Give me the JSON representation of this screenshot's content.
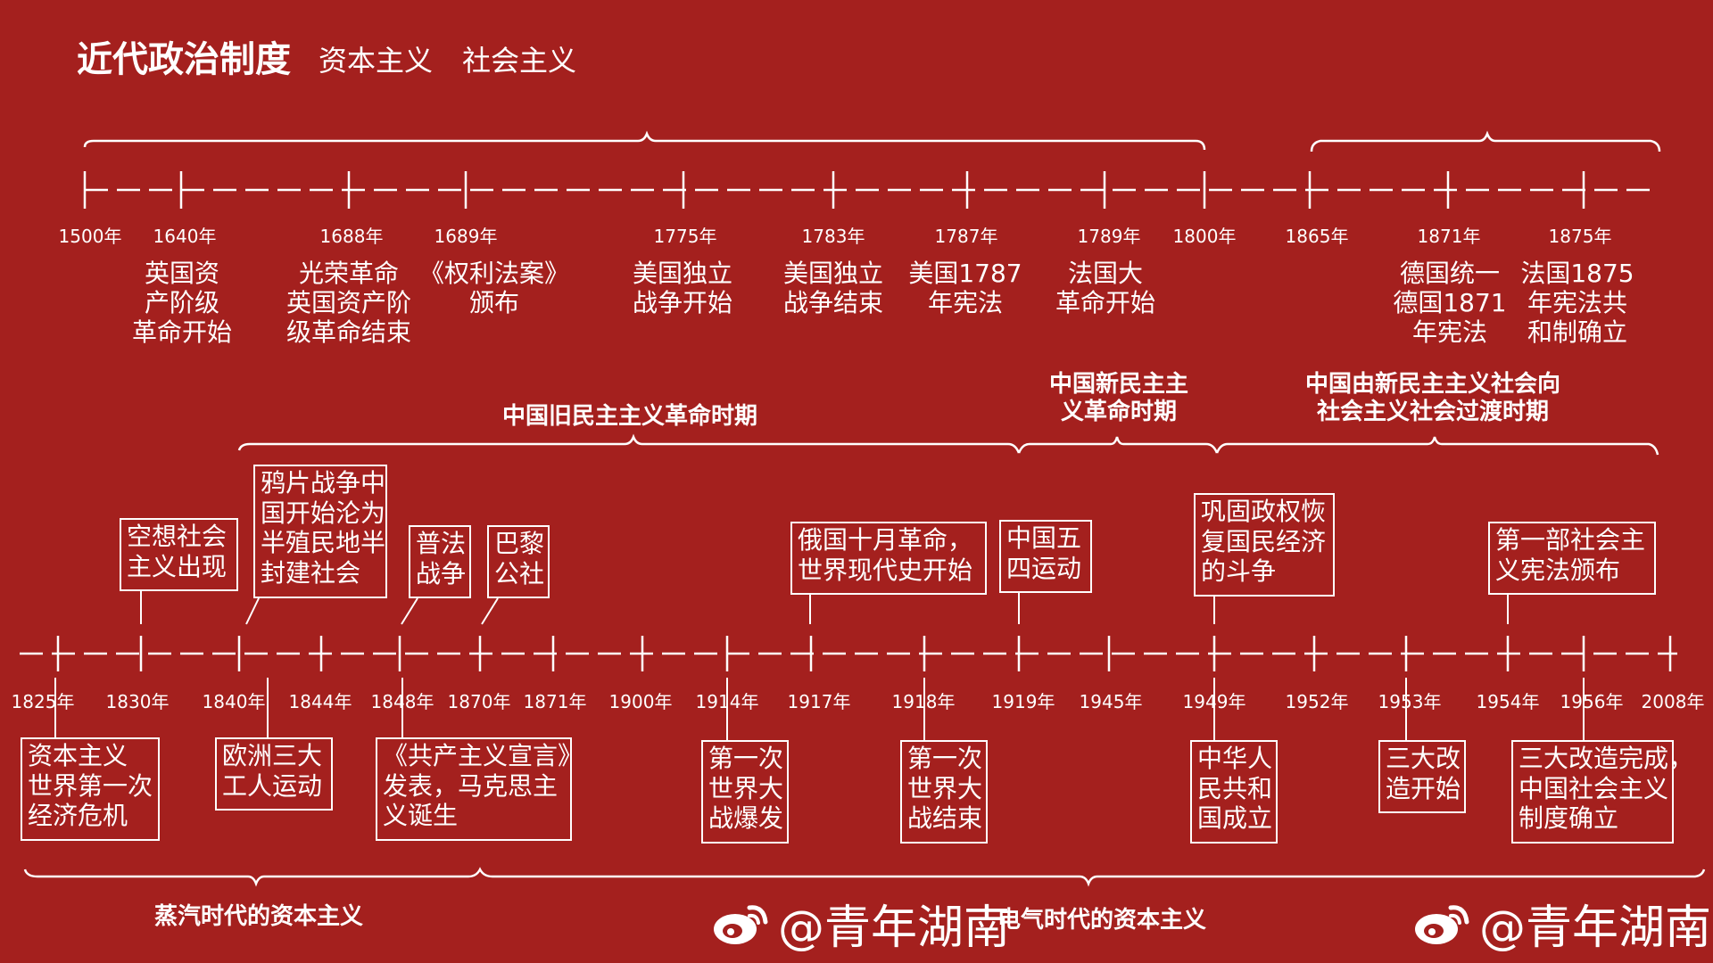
{
  "header": {
    "title": "近代政治制度",
    "subtitles": [
      "资本主义",
      "社会主义"
    ]
  },
  "western_timeline": {
    "years": [
      "1500年",
      "1640年",
      "1688年",
      "1689年",
      "1775年",
      "1783年",
      "1787年",
      "1789年",
      "1800年",
      "1865年",
      "1871年",
      "1875年"
    ],
    "events": [
      "英国资\n产阶级\n革命开始",
      "光荣革命\n英国资产阶\n级革命结束",
      "《权利法案》\n颁布",
      "美国独立\n战争开始",
      "美国独立\n战争结束",
      "美国1787\n年宪法",
      "法国大\n革命开始",
      "德国统一\n德国1871\n年宪法",
      "法国1875\n年宪法共\n和制确立"
    ]
  },
  "china_periods": [
    "中国旧民主主义革命时期",
    "中国新民主主\n义革命时期",
    "中国由新民主主义社会向\n社会主义社会过渡时期"
  ],
  "world_timeline": {
    "years": [
      "1825年",
      "1830年",
      "1840年",
      "1844年",
      "1848年",
      "1870年",
      "1871年",
      "1900年",
      "1914年",
      "1917年",
      "1918年",
      "1919年",
      "1945年",
      "1949年",
      "1952年",
      "1953年",
      "1954年",
      "1956年",
      "2008年"
    ],
    "events_above": [
      "空想社会\n主义出现",
      "鸦片战争中\n国开始沦为\n半殖民地半\n封建社会",
      "普法\n战争",
      "巴黎\n公社",
      "俄国十月革命，\n世界现代史开始",
      "中国五\n四运动",
      "巩固政权恢\n复国民经济\n的斗争",
      "第一部社会主\n义宪法颁布"
    ],
    "events_below": [
      "资本主义\n世界第一次\n经济危机",
      "欧洲三大\n工人运动",
      "《共产主义宣言》\n发表，马克思主\n义诞生",
      "第一次\n世界大\n战爆发",
      "第一次\n世界大\n战结束",
      "中华人\n民共和\n国成立",
      "三大改\n造开始",
      "三大改造完成，\n中国社会主义\n制度确立"
    ]
  },
  "eras": [
    "蒸汽时代的资本主义",
    "电气时代的资本主义"
  ],
  "watermark": {
    "handle": "@青年湖南",
    "icon": "weibo-icon"
  },
  "colors": {
    "background": "#a4201e",
    "line": "#ffffff"
  }
}
